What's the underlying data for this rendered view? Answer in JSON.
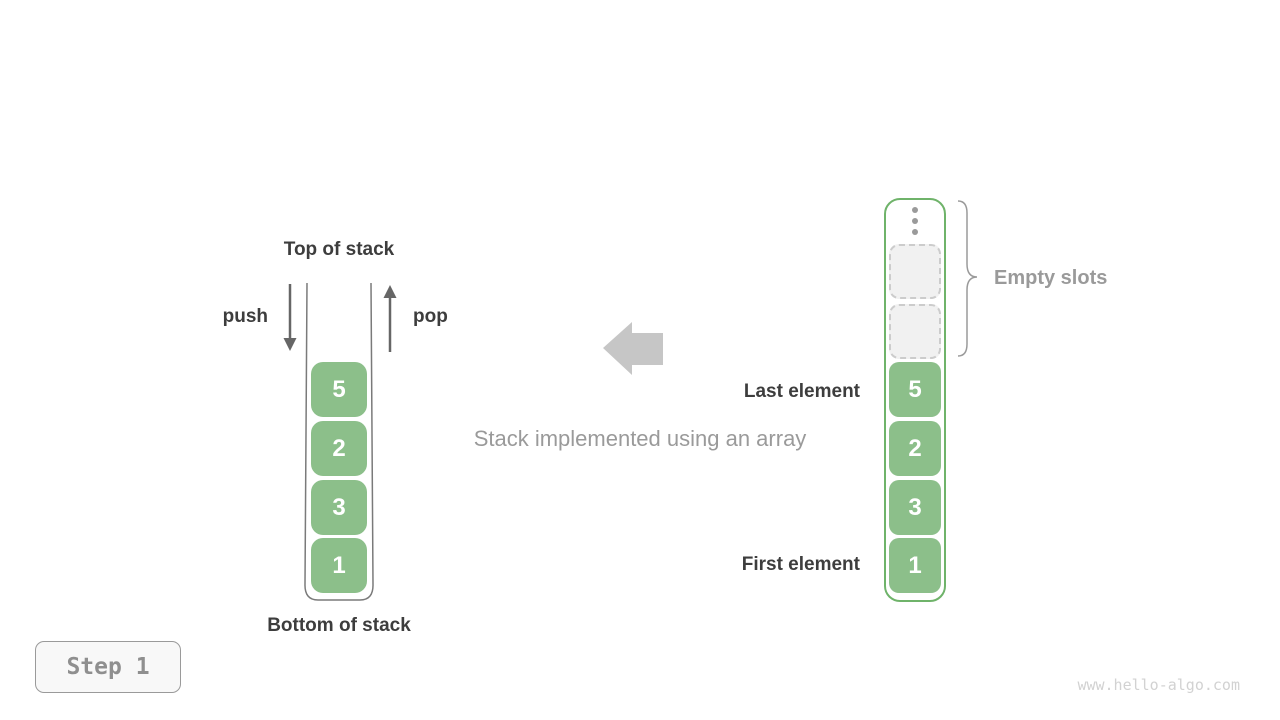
{
  "left_stack": {
    "top_label": "Top of stack",
    "bottom_label": "Bottom of stack",
    "push_label": "push",
    "pop_label": "pop",
    "elements": [
      "5",
      "2",
      "3",
      "1"
    ]
  },
  "center": {
    "caption": "Stack implemented using an array"
  },
  "array_stack": {
    "elements": [
      "5",
      "2",
      "3",
      "1"
    ],
    "empty_slots": {
      "count": 2,
      "label": "Empty slots"
    },
    "last_element_label": "Last element",
    "first_element_label": "First element"
  },
  "step_badge": {
    "label": "Step 1"
  },
  "watermark": "www.hello-algo.com",
  "icons": {
    "push_arrow": "down-arrow-icon",
    "pop_arrow": "up-arrow-icon",
    "direction_arrow": "left-arrow-icon",
    "more_items": "vertical-ellipsis-icon",
    "empty_slots_marker": "curly-brace-icon"
  },
  "colors": {
    "element_green": "#8CBF8A",
    "container_border_green": "#6FB36A",
    "empty_slot_bg": "#F1F1F1",
    "empty_slot_border": "#CCCCCC",
    "label_dark": "#3D3D3D",
    "label_gray": "#9A9A9A",
    "big_arrow_gray": "#C6C6C6",
    "line_gray": "#7A7A7A",
    "watermark_gray": "#D2D2D2"
  }
}
